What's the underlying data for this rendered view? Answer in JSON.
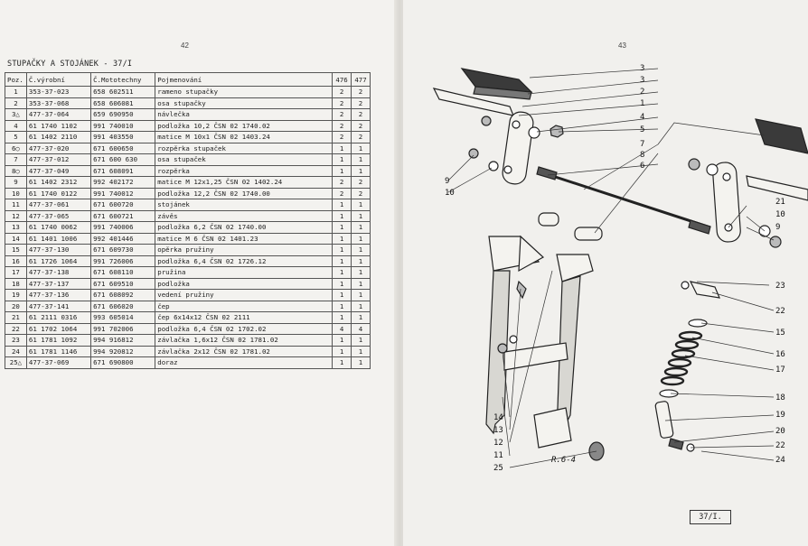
{
  "pages": {
    "left_number": "42",
    "right_number": "43"
  },
  "section_title": "STUPAČKY A STOJÁNEK - 37/I",
  "table": {
    "headers": [
      "Poz.",
      "Č.výrobní",
      "Č.Mototechny",
      "Pojmenování",
      "476",
      "477"
    ],
    "rows": [
      [
        "1",
        "353-37-023",
        "658 602511",
        "rameno stupačky",
        "2",
        "2"
      ],
      [
        "2",
        "353-37-068",
        "658 606081",
        "osa stupačky",
        "2",
        "2"
      ],
      [
        "3△",
        "477-37-064",
        "659 690950",
        "návlečka",
        "2",
        "2"
      ],
      [
        "4",
        "61 1740 1102",
        "991 740010",
        "podložka 10,2  ČSN 02 1740.02",
        "2",
        "2"
      ],
      [
        "5",
        "61 1402 2110",
        "991 403550",
        "matice M 10x1  ČSN 02 1403.24",
        "2",
        "2"
      ],
      [
        "6○",
        "477-37-020",
        "671 600650",
        "rozpěrka stupaček",
        "1",
        "1"
      ],
      [
        "7",
        "477-37-012",
        "671 600 630",
        "osa stupaček",
        "1",
        "1"
      ],
      [
        "8○",
        "477-37-049",
        "671 608091",
        "rozpěrka",
        "1",
        "1"
      ],
      [
        "9",
        "61 1402 2312",
        "992 402172",
        "matice M 12x1,25 ČSN 02 1402.24",
        "2",
        "2"
      ],
      [
        "10",
        "61 1740 0122",
        "991 740012",
        "podložka 12,2   ČSN 02 1740.00",
        "2",
        "2"
      ],
      [
        "11",
        "477-37-061",
        "671 600720",
        "stojánek",
        "1",
        "1"
      ],
      [
        "12",
        "477-37-065",
        "671 600721",
        "závěs",
        "1",
        "1"
      ],
      [
        "13",
        "61 1740 0062",
        "991 740006",
        "podložka 6,2   ČSN 02 1740.00",
        "1",
        "1"
      ],
      [
        "14",
        "61 1401 1006",
        "992 401446",
        "matice M 6     ČSN 02 1401.23",
        "1",
        "1"
      ],
      [
        "15",
        "477-37-130",
        "671 609730",
        "opěrka pružiny",
        "1",
        "1"
      ],
      [
        "16",
        "61 1726 1064",
        "991 726006",
        "podložka 6,4   ČSN 02 1726.12",
        "1",
        "1"
      ],
      [
        "17",
        "477-37-138",
        "671 608110",
        "pružina",
        "1",
        "1"
      ],
      [
        "18",
        "477-37-137",
        "671 609510",
        "podložka",
        "1",
        "1"
      ],
      [
        "19",
        "477-37-136",
        "671 608092",
        "vedení pružiny",
        "1",
        "1"
      ],
      [
        "20",
        "477-37-141",
        "671 606020",
        "čep",
        "1",
        "1"
      ],
      [
        "21",
        "61 2111 0316",
        "993 605014",
        "čep 6x14x12  ČSN 02 2111",
        "1",
        "1"
      ],
      [
        "22",
        "61 1702 1064",
        "991 702006",
        "podložka 6,4  ČSN 02 1702.02",
        "4",
        "4"
      ],
      [
        "23",
        "61 1781 1092",
        "994 916812",
        "závlačka 1,6x12 ČSN 02 1781.02",
        "1",
        "1"
      ],
      [
        "24",
        "61 1781 1146",
        "994 920812",
        "závlačka 2x12   ČSN 02 1781.02",
        "1",
        "1"
      ],
      [
        "25△",
        "477-37-069",
        "671 690800",
        "doraz",
        "1",
        "1"
      ]
    ]
  },
  "drawing": {
    "callouts": [
      "3",
      "3",
      "2",
      "1",
      "4",
      "5",
      "7",
      "8",
      "6",
      "9",
      "10",
      "21",
      "10",
      "9",
      "23",
      "22",
      "15",
      "16",
      "17",
      "18",
      "19",
      "20",
      "22",
      "24",
      "14",
      "13",
      "12",
      "11",
      "25"
    ],
    "signature": "R.6-4",
    "figure_ref": "37/I."
  }
}
